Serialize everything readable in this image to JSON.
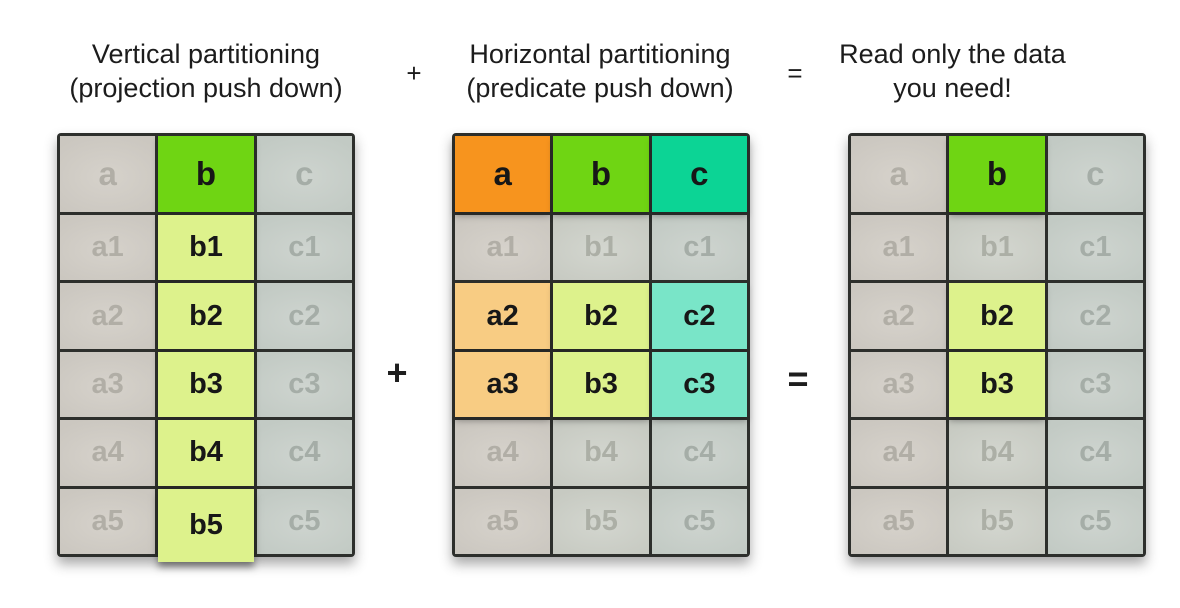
{
  "captions": {
    "left": {
      "line1": "Vertical partitioning",
      "line2": "(projection push down)"
    },
    "middle": {
      "line1": "Horizontal partitioning",
      "line2": "(predicate push down)"
    },
    "right": {
      "line1": "Read only the data",
      "line2": "you need!"
    },
    "plus": "+",
    "equals": "="
  },
  "operators": {
    "plus": "+",
    "equals": "="
  },
  "palette": {
    "highlight_green_header": "#6fd513",
    "highlight_green_cell": "#ddf28c",
    "highlight_orange_header": "#f7941e",
    "highlight_orange_cell": "#f8cc83",
    "highlight_teal_header": "#0cd495",
    "highlight_teal_cell": "#79e5c8",
    "dim_cell_gray": "#c9cac3",
    "dim_text_gray": "#acafa6",
    "grid_border": "#2d2f2c"
  },
  "tables": [
    {
      "name": "vertical-partitioning",
      "rows": [
        [
          {
            "t": "a",
            "s": "dim-a hdr"
          },
          {
            "t": "b",
            "s": "hd-green hdr"
          },
          {
            "t": "c",
            "s": "dim-c hdr"
          }
        ],
        [
          {
            "t": "a1",
            "s": "dim-a"
          },
          {
            "t": "b1",
            "s": "hl-green"
          },
          {
            "t": "c1",
            "s": "dim-c"
          }
        ],
        [
          {
            "t": "a2",
            "s": "dim-a"
          },
          {
            "t": "b2",
            "s": "hl-green"
          },
          {
            "t": "c2",
            "s": "dim-c"
          }
        ],
        [
          {
            "t": "a3",
            "s": "dim-a"
          },
          {
            "t": "b3",
            "s": "hl-green"
          },
          {
            "t": "c3",
            "s": "dim-c"
          }
        ],
        [
          {
            "t": "a4",
            "s": "dim-a"
          },
          {
            "t": "b4",
            "s": "hl-green"
          },
          {
            "t": "c4",
            "s": "dim-c"
          }
        ],
        [
          {
            "t": "a5",
            "s": "dim-a"
          },
          {
            "t": "b5",
            "s": "hl-green overhang"
          },
          {
            "t": "c5",
            "s": "dim-c"
          }
        ]
      ]
    },
    {
      "name": "horizontal-partitioning",
      "rows": [
        [
          {
            "t": "a",
            "s": "hd-orange hdr"
          },
          {
            "t": "b",
            "s": "hd-green hdr"
          },
          {
            "t": "c",
            "s": "hd-teal hdr"
          }
        ],
        [
          {
            "t": "a1",
            "s": "dim-a"
          },
          {
            "t": "b1",
            "s": "dim-b"
          },
          {
            "t": "c1",
            "s": "dim-c"
          }
        ],
        [
          {
            "t": "a2",
            "s": "hl-orange"
          },
          {
            "t": "b2",
            "s": "hl-green"
          },
          {
            "t": "c2",
            "s": "hl-teal"
          }
        ],
        [
          {
            "t": "a3",
            "s": "hl-orange"
          },
          {
            "t": "b3",
            "s": "hl-green"
          },
          {
            "t": "c3",
            "s": "hl-teal"
          }
        ],
        [
          {
            "t": "a4",
            "s": "dim-a"
          },
          {
            "t": "b4",
            "s": "dim-b"
          },
          {
            "t": "c4",
            "s": "dim-c"
          }
        ],
        [
          {
            "t": "a5",
            "s": "dim-a"
          },
          {
            "t": "b5",
            "s": "dim-b"
          },
          {
            "t": "c5",
            "s": "dim-c"
          }
        ]
      ]
    },
    {
      "name": "result-read-only-needed-data",
      "rows": [
        [
          {
            "t": "a",
            "s": "dim-a hdr"
          },
          {
            "t": "b",
            "s": "hd-green hdr"
          },
          {
            "t": "c",
            "s": "dim-c hdr"
          }
        ],
        [
          {
            "t": "a1",
            "s": "dim-a"
          },
          {
            "t": "b1",
            "s": "dim-b"
          },
          {
            "t": "c1",
            "s": "dim-c"
          }
        ],
        [
          {
            "t": "a2",
            "s": "dim-a"
          },
          {
            "t": "b2",
            "s": "hl-green"
          },
          {
            "t": "c2",
            "s": "dim-c"
          }
        ],
        [
          {
            "t": "a3",
            "s": "dim-a"
          },
          {
            "t": "b3",
            "s": "hl-green"
          },
          {
            "t": "c3",
            "s": "dim-c"
          }
        ],
        [
          {
            "t": "a4",
            "s": "dim-a"
          },
          {
            "t": "b4",
            "s": "dim-b"
          },
          {
            "t": "c4",
            "s": "dim-c"
          }
        ],
        [
          {
            "t": "a5",
            "s": "dim-a"
          },
          {
            "t": "b5",
            "s": "dim-b"
          },
          {
            "t": "c5",
            "s": "dim-c"
          }
        ]
      ]
    }
  ]
}
